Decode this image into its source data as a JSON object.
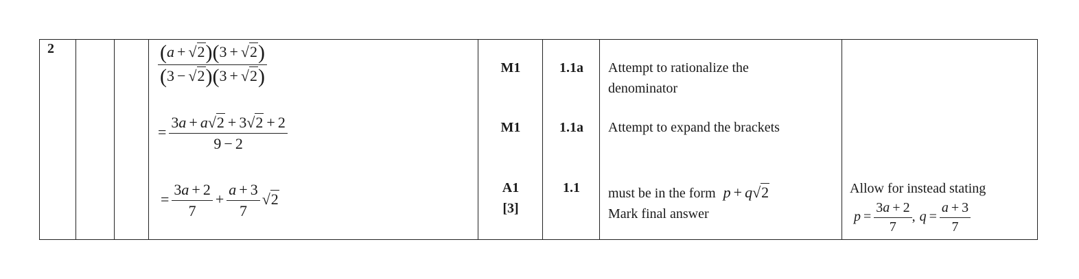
{
  "question_number": "2",
  "rows": [
    {
      "working": {
        "type": "fraction",
        "numerator": [
          "(",
          "a",
          "+",
          "√",
          "2",
          ")",
          "(",
          "3",
          "+",
          "√",
          "2",
          ")"
        ],
        "denominator": [
          "(",
          "3",
          "−",
          "√",
          "2",
          ")",
          "(",
          "3",
          "+",
          "√",
          "2",
          ")"
        ]
      },
      "mark": "M1",
      "ao": "1.1a",
      "guidance": "Attempt to rationalize the denominator",
      "guidance_lines": [
        "Attempt to rationalize the",
        "denominator"
      ]
    },
    {
      "working": {
        "prefix": "=",
        "numerator": [
          "3",
          "a",
          "+",
          "a",
          "√",
          "2",
          "+",
          "3",
          "√",
          "2",
          "+",
          "2"
        ],
        "denominator": [
          "9",
          "−",
          "2"
        ]
      },
      "mark": "M1",
      "ao": "1.1a",
      "guidance": "Attempt to expand the brackets"
    },
    {
      "working": {
        "prefix": "=",
        "first_numerator": [
          "3",
          "a",
          "+",
          "2"
        ],
        "first_denominator": "7",
        "plus": "+",
        "second_numerator": [
          "a",
          "+",
          "3"
        ],
        "second_denominator": "7",
        "radical": [
          "√",
          "2"
        ]
      },
      "mark": "A1",
      "total": "[3]",
      "ao": "1.1",
      "guidance_prefix": "must be in the form",
      "guidance_form": [
        "p",
        "+",
        "q",
        "√",
        "2"
      ],
      "guidance_line2": "Mark final answer",
      "additional": {
        "text": "Allow for instead stating",
        "p_label": "p",
        "eq": "=",
        "p_numerator": [
          "3",
          "a",
          "+",
          "2"
        ],
        "p_denominator": "7",
        "comma": ",",
        "q_label": "q",
        "q_numerator": [
          "a",
          "+",
          "3"
        ],
        "q_denominator": "7"
      }
    }
  ]
}
